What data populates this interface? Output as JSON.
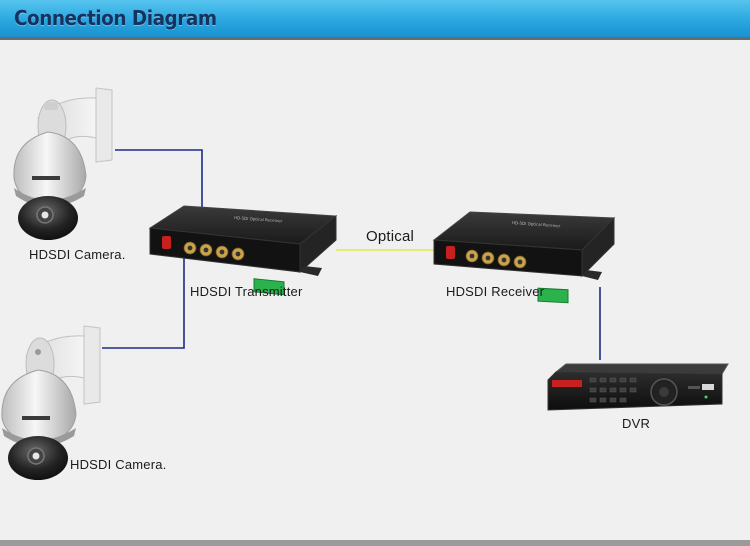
{
  "header": {
    "title": "Connection Diagram"
  },
  "labels": {
    "camera_1": "HDSDI Camera.",
    "camera_2": "HDSDI Camera.",
    "transmitter": "HDSDI Transmitter",
    "optical": "Optical",
    "receiver": "HDSDI Receiver",
    "dvr": "DVR"
  },
  "device_text": {
    "transmitter_front": "HD-SDI Optical Receiver",
    "receiver_front": "HD-SDI Optical Receiver"
  },
  "colors": {
    "header_blue": "#2aa7e0",
    "header_text": "#16325f",
    "coax_line": "#1c2a8a",
    "fiber_line": "#e4e84a",
    "power_line": "#c8201f",
    "device_body": "#1b1b1b",
    "bnc_gold": "#c9a24a",
    "terminal_green": "#2bb24c"
  },
  "icons": [
    "ptz-dome-camera-icon",
    "fiber-transmitter-icon",
    "fiber-receiver-icon",
    "dvr-recorder-icon"
  ]
}
